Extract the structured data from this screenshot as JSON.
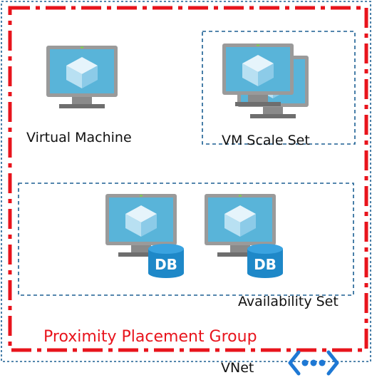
{
  "diagram": {
    "labels": {
      "virtual_machine": "Virtual Machine",
      "vm_scale_set": "VM Scale Set",
      "availability_set": "Availability Set",
      "proximity_group": "Proximity Placement Group",
      "vnet": "VNet",
      "db_badge": "DB"
    },
    "colors": {
      "ppg_border": "#e8141c",
      "dashed_border": "#1b5f92",
      "screen_blue": "#59b4d9",
      "db_blue": "#1e88c8",
      "vnet_blue": "#1e78d4",
      "cube_light": "#b8e0f2",
      "cube_dark": "#8ccbe8"
    },
    "icons": [
      "monitor-cube-icon",
      "scale-set-icon",
      "database-icon",
      "vnet-connector-icon"
    ]
  }
}
